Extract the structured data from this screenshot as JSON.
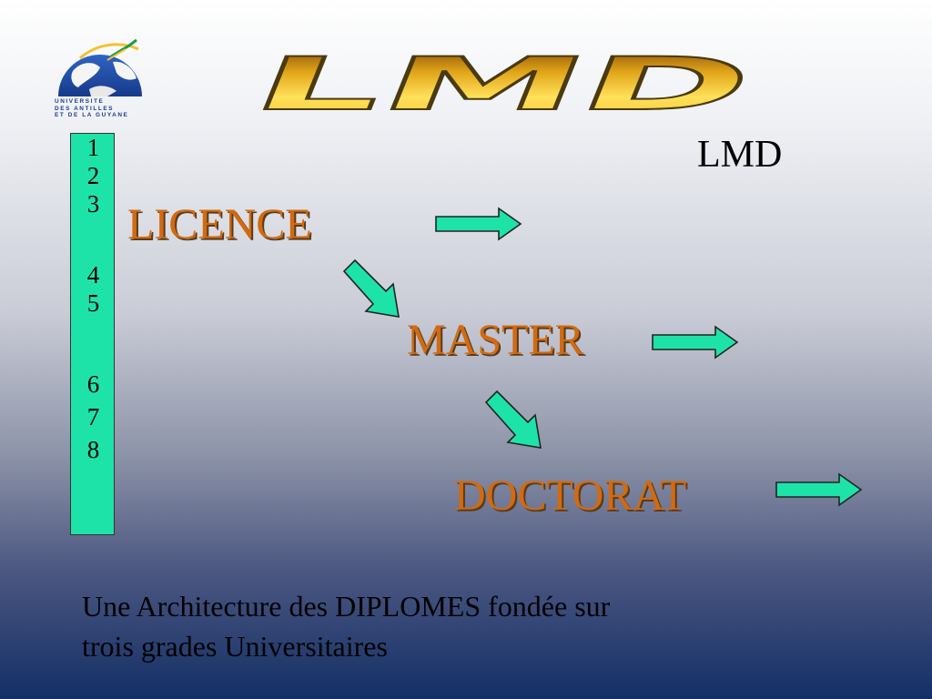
{
  "logo": {
    "text_lines": [
      "UNIVERSITE",
      "DES ANTILLES",
      "ET DE LA GUYANE"
    ]
  },
  "title": "LMD",
  "subtitle": "LMD",
  "years": [
    "1",
    "2",
    "3",
    "",
    "4",
    "5",
    "",
    "6",
    "7",
    "8"
  ],
  "grades": [
    {
      "label": "LICENCE"
    },
    {
      "label": "MASTER"
    },
    {
      "label": "DOCTORAT"
    }
  ],
  "caption": {
    "line1": "Une Architecture des DIPLOMES fondée sur",
    "line2": "trois grades Universitaires"
  },
  "colors": {
    "arrow_fill": "#1ee3a8",
    "grade_text": "#d26a0f",
    "title_gold": "#f2c230",
    "years_bar": "#1ee3a8"
  }
}
